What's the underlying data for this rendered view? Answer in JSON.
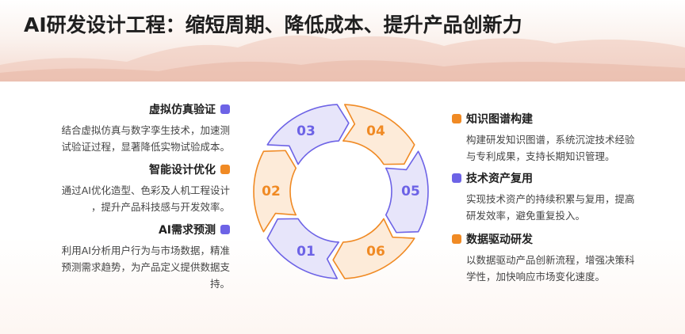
{
  "title": "AI研发设计工程：缩短周期、降低成本、提升产品创新力",
  "colors": {
    "purple": "#6d63e6",
    "orange": "#f08a24",
    "purple_fill": "#e7e5fa",
    "orange_fill": "#fdebd9"
  },
  "left_items": [
    {
      "heading": "虚拟仿真验证",
      "color": "purple",
      "lines": [
        "结合虚拟仿真与数字孪生技术，加速测",
        "试验证过程，显著降低实物试验成本。"
      ]
    },
    {
      "heading": "智能设计优化",
      "color": "orange",
      "lines": [
        "通过AI优化造型、色彩及人机工程设计",
        "，提升产品科技感与开发效率。"
      ]
    },
    {
      "heading": "AI需求预测",
      "color": "purple",
      "lines": [
        "利用AI分析用户行为与市场数据，精准",
        "预测需求趋势，为产品定义提供数据支",
        "持。"
      ]
    }
  ],
  "right_items": [
    {
      "heading": "知识图谱构建",
      "color": "orange",
      "lines": [
        "构建研发知识图谱，系统沉淀技术经验",
        "与专利成果，支持长期知识管理。"
      ]
    },
    {
      "heading": "技术资产复用",
      "color": "purple",
      "lines": [
        "实现技术资产的持续积累与复用，提高",
        "研发效率，避免重复投入。"
      ]
    },
    {
      "heading": "数据驱动研发",
      "color": "orange",
      "lines": [
        "以数据驱动产品创新流程，增强决策科",
        "学性，加快响应市场变化速度。"
      ]
    }
  ],
  "cycle": [
    {
      "label": "01",
      "color": "purple"
    },
    {
      "label": "02",
      "color": "orange"
    },
    {
      "label": "03",
      "color": "purple"
    },
    {
      "label": "04",
      "color": "orange"
    },
    {
      "label": "05",
      "color": "purple"
    },
    {
      "label": "06",
      "color": "orange"
    }
  ]
}
